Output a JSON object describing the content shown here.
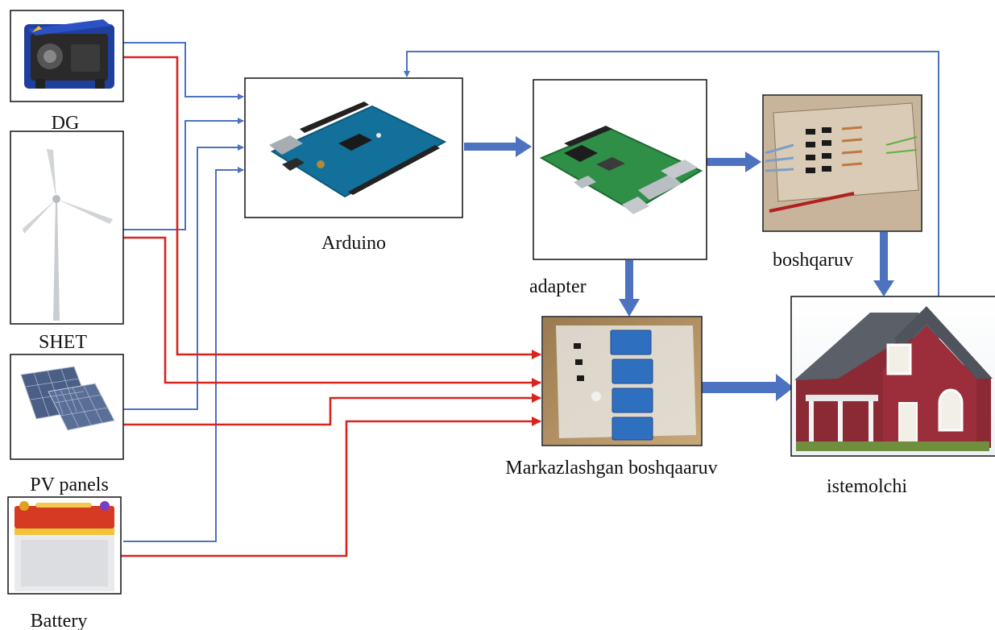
{
  "labels": {
    "dg": "DG",
    "shet": "SHET",
    "pv": "PV panels",
    "battery": "Battery",
    "arduino": "Arduino",
    "adapter": "adapter",
    "boshqaruv": "boshqaruv",
    "central": "Markazlashgan boshqaaruv",
    "consumer": "istemolchi"
  },
  "colors": {
    "signal_wire": "#4d72c0",
    "power_wire": "#d8231e",
    "data_bus": "#4d72c0"
  },
  "icons": [
    "generator-icon",
    "wind-turbine-icon",
    "solar-panels-icon",
    "battery-icon",
    "arduino-board-icon",
    "raspberry-pi-icon",
    "control-board-icon",
    "relay-board-icon",
    "house-icon"
  ]
}
